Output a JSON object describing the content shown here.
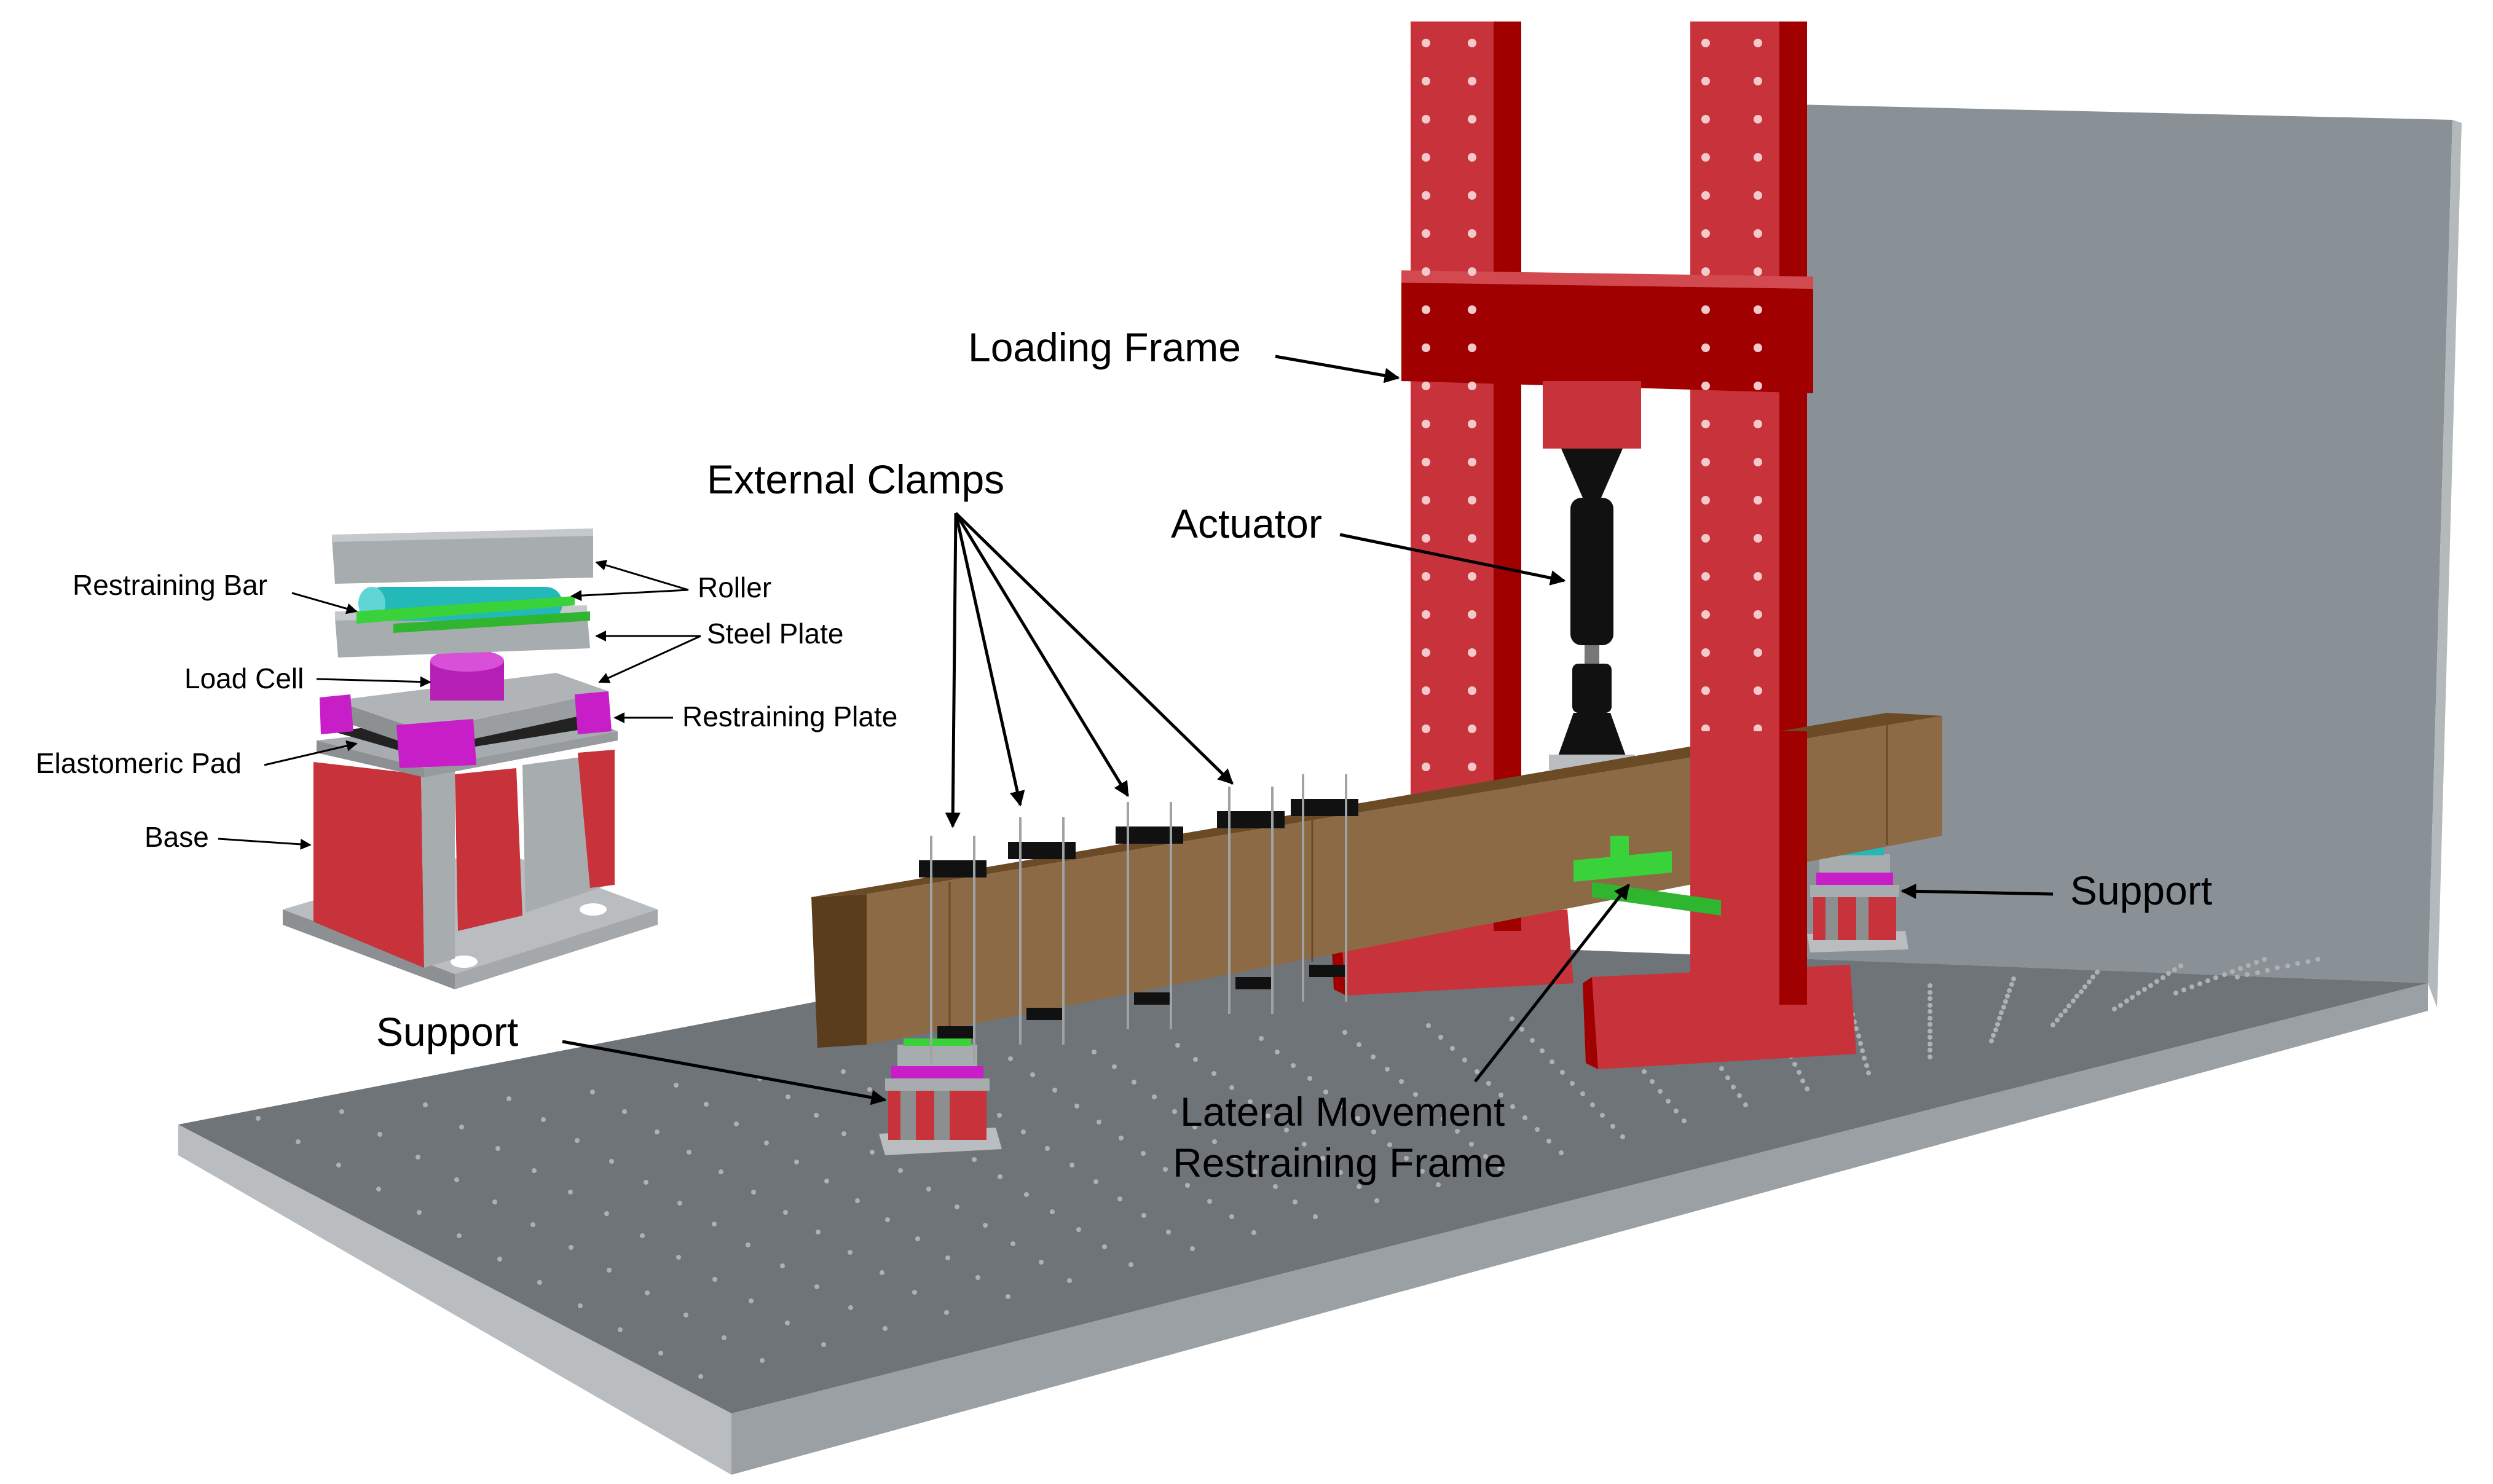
{
  "diagram": {
    "labels": {
      "loading_frame": "Loading Frame",
      "external_clamps": "External Clamps",
      "actuator": "Actuator",
      "support_left": "Support",
      "support_right": "Support",
      "lateral_line1": "Lateral Movement",
      "lateral_line2": "Restraining Frame"
    },
    "inset_labels": {
      "restraining_bar": "Restraining Bar",
      "roller": "Roller",
      "steel_plate": "Steel Plate",
      "load_cell": "Load Cell",
      "restraining_plate": "Restraining Plate",
      "elastomeric_pad": "Elastomeric Pad",
      "base": "Base"
    },
    "colors": {
      "frame_red": "#c8323a",
      "frame_dark_red": "#a00000",
      "beam_brown": "#8b6a45",
      "beam_dark": "#5a3d1d",
      "floor_gray": "#6e7478",
      "wall_gray": "#8a9196",
      "plate_gray": "#a7acae",
      "magenta": "#c81ec8",
      "green": "#3ad23a",
      "cyan": "#23b9b9",
      "actuator_black": "#111111"
    }
  }
}
